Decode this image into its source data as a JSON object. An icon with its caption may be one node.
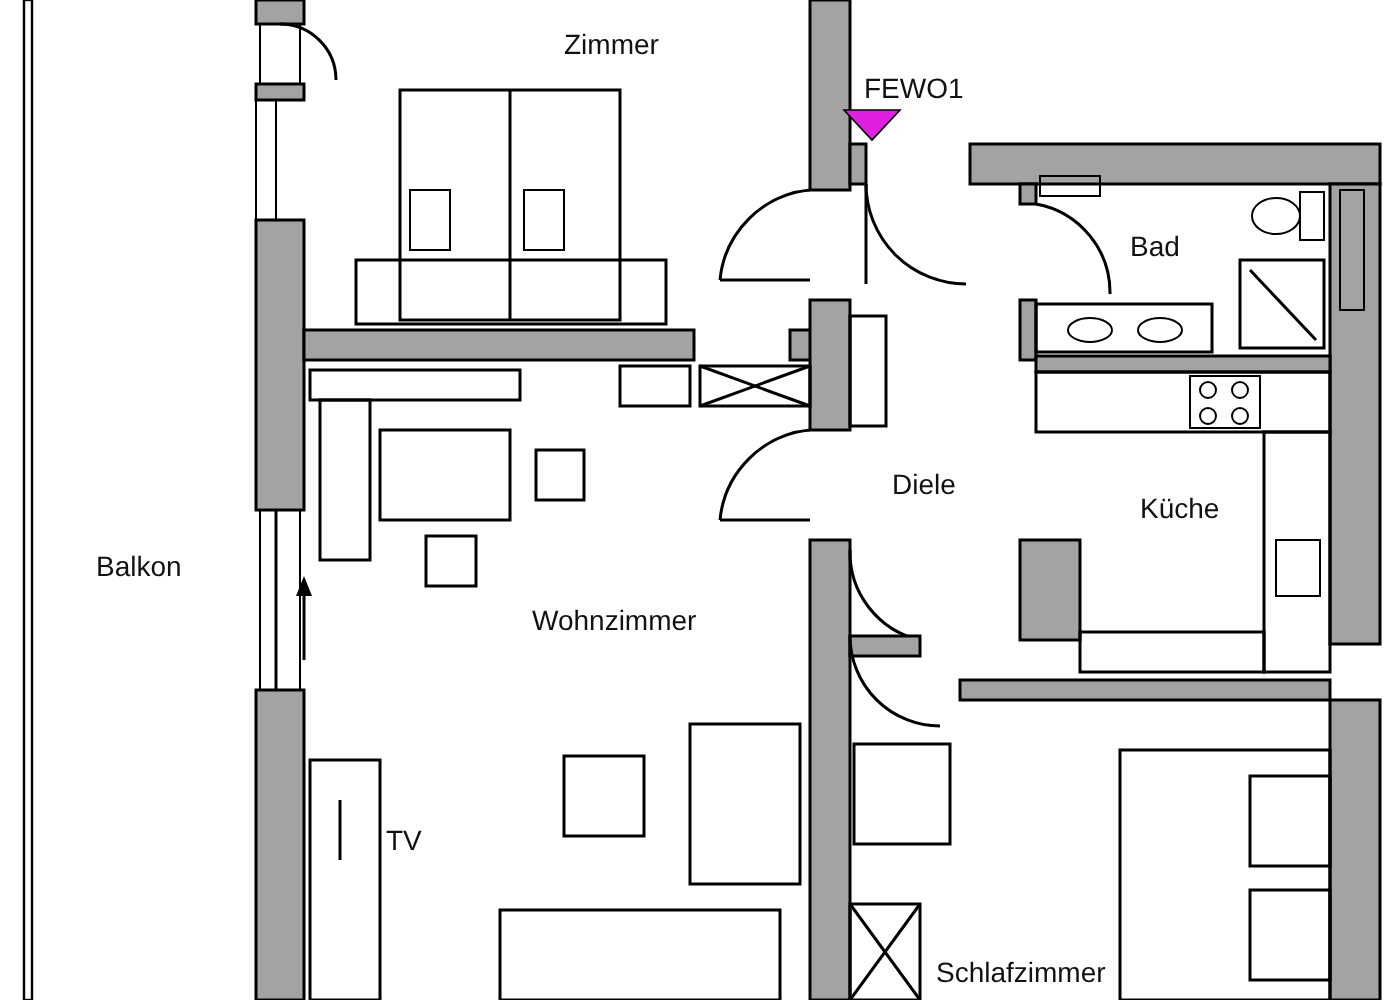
{
  "diagram": {
    "labels": [
      "Zimmer",
      "FEWO1",
      "Bad",
      "Diele",
      "Küche",
      "Balkon",
      "Wohnzimmer",
      "TV",
      "Schlafzimmer"
    ]
  }
}
